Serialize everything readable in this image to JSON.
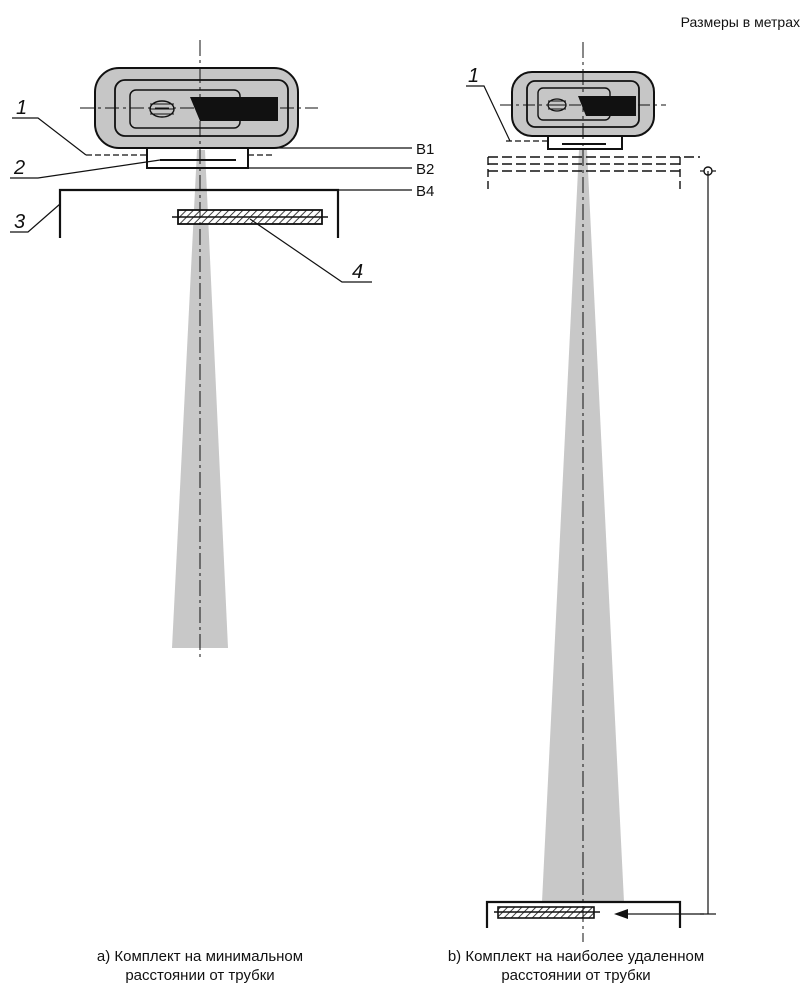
{
  "units_note": "Размеры в метрах",
  "labels": {
    "b1": "B1",
    "b2": "B2",
    "b4": "B4"
  },
  "callouts_a": [
    "1",
    "2",
    "3",
    "4"
  ],
  "callouts_b": [
    "1"
  ],
  "captions": {
    "a": {
      "line1": "a) Комплект на минимальном",
      "line2": "расстоянии от трубки"
    },
    "b": {
      "line1": "b) Комплект на наиболее удаленном",
      "line2": "расстоянии от трубки"
    }
  }
}
